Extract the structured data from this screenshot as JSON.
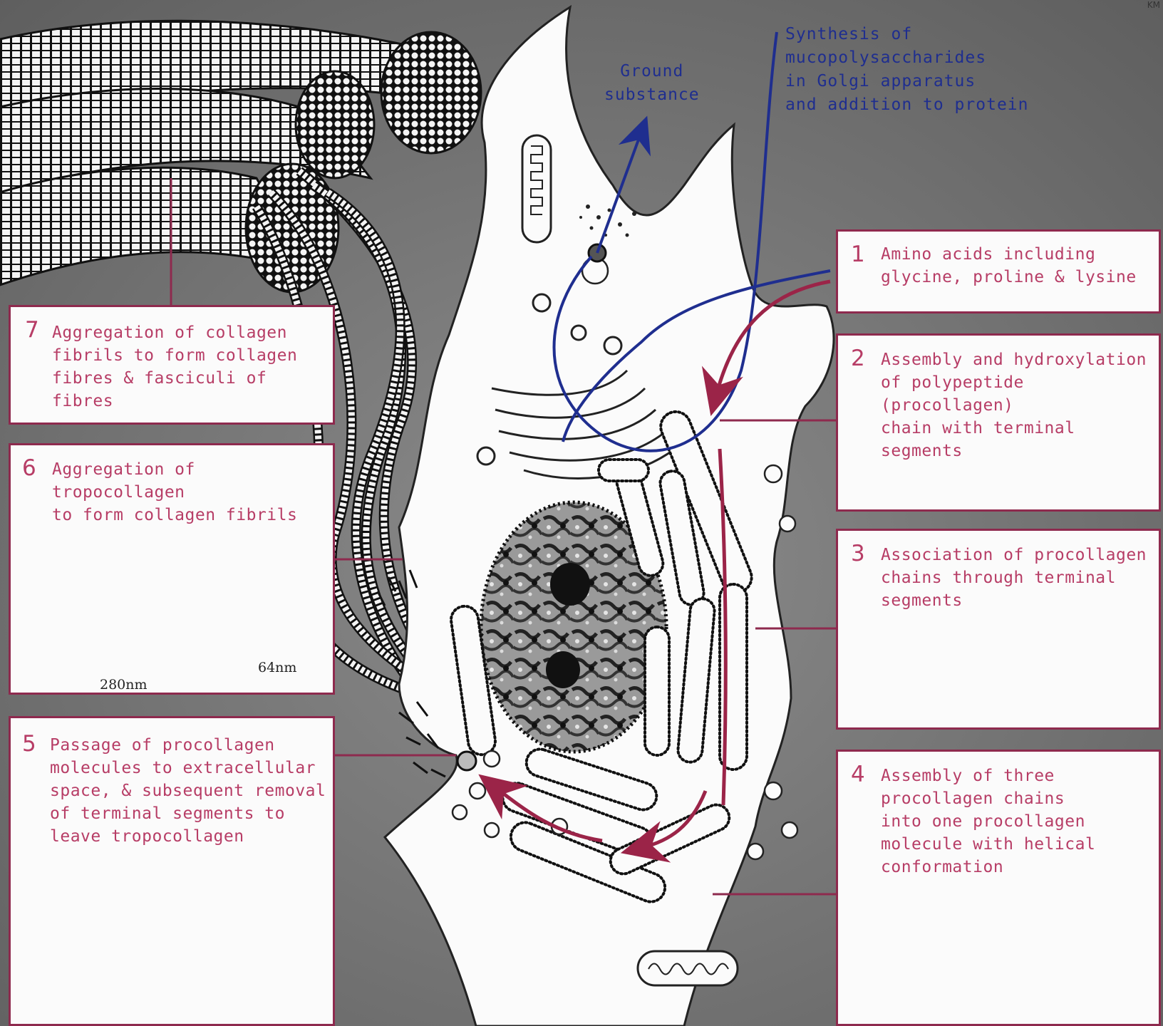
{
  "colors": {
    "step_text": "#b73d66",
    "box_border": "#8e2a4e",
    "golgi_path": "#1f2e8f",
    "collagen_path": "#9b2448",
    "cell": "#fbfbfb",
    "background": "#777777"
  },
  "ground_substance_label": "Ground\nsubstance",
  "synthesis_label": "Synthesis of\nmucopolysaccharides\nin Golgi apparatus\nand addition to protein",
  "initials": "KM",
  "steps": [
    {
      "number": "1",
      "text": "Amino acids including\nglycine, proline & lysine"
    },
    {
      "number": "2",
      "text": "Assembly and hydroxylation\nof polypeptide (procollagen)\nchain with terminal\nsegments"
    },
    {
      "number": "3",
      "text": "Association of procollagen\nchains through terminal\nsegments"
    },
    {
      "number": "4",
      "text": "Assembly of three\nprocollagen chains\ninto one procollagen\nmolecule with helical\nconformation"
    },
    {
      "number": "5",
      "text": "Passage of procollagen\nmolecules to extracellular\nspace, & subsequent removal\nof terminal segments to\nleave tropocollagen"
    },
    {
      "number": "6",
      "text": "Aggregation of tropocollagen\nto form collagen fibrils"
    },
    {
      "number": "7",
      "text": "Aggregation of collagen\nfibrils to form collagen\nfibres & fasciculi of\nfibres"
    }
  ],
  "scale_labels": {
    "period": "64nm",
    "molecule_length": "280nm"
  }
}
